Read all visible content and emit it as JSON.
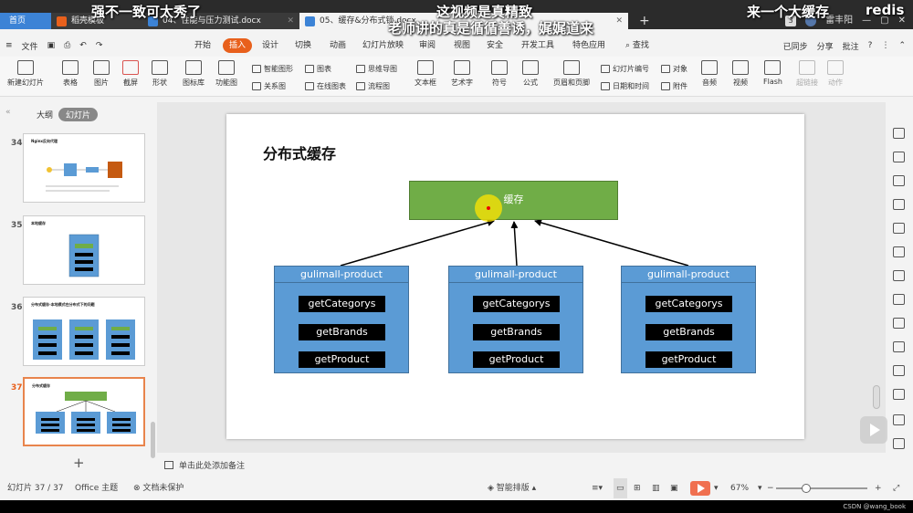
{
  "tabs": {
    "home": "首页",
    "items": [
      {
        "label": "稻壳模板",
        "color": "#e8601c"
      },
      {
        "label": "04、性能与压力测试.docx",
        "color": "#3c83d6"
      },
      {
        "label": "05、缓存&分布式锁.docx",
        "color": "#3c83d6"
      }
    ],
    "badge": "3",
    "user": "雷丰阳"
  },
  "danmaku": [
    "强不一致可太秀了",
    "这视频是真精致",
    "老师讲的真是循循善诱，娓娓道来",
    "来一个大缓存",
    "redis"
  ],
  "menu": {
    "left": [
      "文件",
      "⌵"
    ],
    "items": [
      "开始",
      "插入",
      "设计",
      "切换",
      "动画",
      "幻灯片放映",
      "审阅",
      "视图",
      "安全",
      "开发工具",
      "特色应用",
      "查找"
    ],
    "active": "插入",
    "right": [
      "已同步",
      "分享",
      "批注"
    ]
  },
  "ribbon": {
    "big": [
      "新建幻灯片",
      "表格",
      "图片",
      "截屏",
      "形状",
      "图标库",
      "功能图",
      "文本框",
      "艺术字",
      "符号",
      "公式",
      "页眉和页脚",
      "音频",
      "视频",
      "Flash",
      "超链接",
      "动作"
    ],
    "small": [
      "智能图形",
      "图表",
      "思维导图",
      "关系图",
      "在线图表",
      "流程图",
      "幻灯片编号",
      "对象",
      "日期和时间",
      "附件"
    ]
  },
  "left_panel": {
    "tabs": [
      "大纲",
      "幻灯片"
    ],
    "slides": [
      {
        "num": "34",
        "title": "Nginx反向代理"
      },
      {
        "num": "35",
        "title": "本地缓存"
      },
      {
        "num": "36",
        "title": "分布式缓存-本地模式在分布式下的问题"
      },
      {
        "num": "37",
        "title": "分布式缓存"
      }
    ]
  },
  "slide": {
    "title": "分布式缓存",
    "cache_label": "缓存",
    "services": [
      {
        "name": "gulimall-product",
        "methods": [
          "getCategorys",
          "getBrands",
          "getProduct"
        ]
      },
      {
        "name": "gulimall-product",
        "methods": [
          "getCategorys",
          "getBrands",
          "getProduct"
        ]
      },
      {
        "name": "gulimall-product",
        "methods": [
          "getCategorys",
          "getBrands",
          "getProduct"
        ]
      }
    ]
  },
  "notes_placeholder": "单击此处添加备注",
  "status": {
    "slide_count": "幻灯片 37 / 37",
    "theme": "Office 主题",
    "protect": "文档未保护",
    "smart": "智能排版",
    "zoom": "67%"
  },
  "credit": "CSDN @wang_book"
}
